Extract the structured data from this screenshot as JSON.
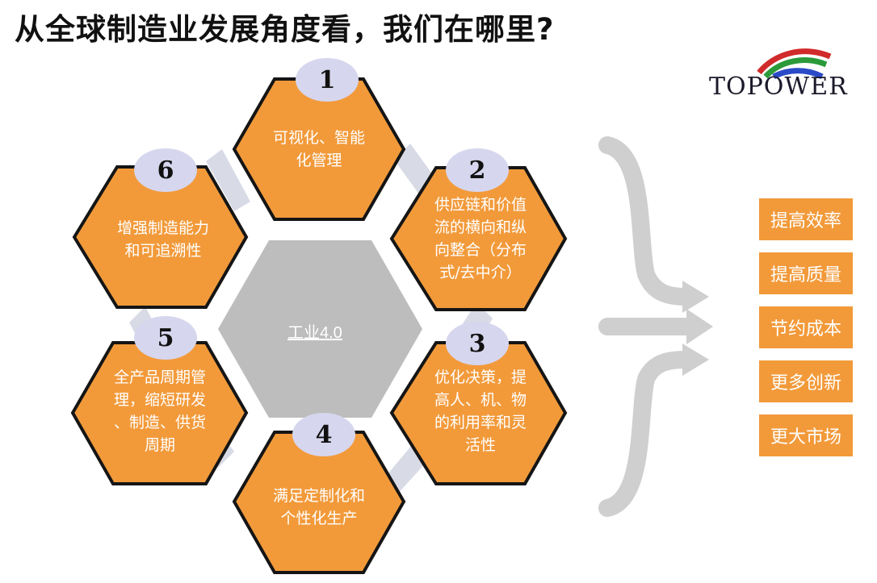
{
  "title": "从全球制造业发展角度看，我们在哪里?",
  "logo_text": "TOPOWER",
  "center_label": "工业4.0",
  "colors": {
    "hex_fill": "#f29a3a",
    "hex_border": "#151515",
    "center_fill": "#bdbdbd",
    "number_badge": "#d6d6ee",
    "benefit_fill": "#f29a3a",
    "arrow": "#cfcfcf",
    "logo_arcs": [
      "#d12a2a",
      "#2a9a3a",
      "#2a4ac8"
    ]
  },
  "hexagons": [
    {
      "number": "1",
      "text": "可视化、智能\n化管理"
    },
    {
      "number": "2",
      "text": "供应链和价值\n流的横向和纵\n向整合（分布\n式/去中介）"
    },
    {
      "number": "3",
      "text": "优化决策，提\n高人、机、物\n的利用率和灵\n活性"
    },
    {
      "number": "4",
      "text": "满足定制化和\n个性化生产"
    },
    {
      "number": "5",
      "text": "全产品周期管\n理，缩短研发\n、制造、供货\n周期"
    },
    {
      "number": "6",
      "text": "增强制造能力\n和可追溯性"
    }
  ],
  "benefits": [
    "提高效率",
    "提高质量",
    "节约成本",
    "更多创新",
    "更大市场"
  ]
}
